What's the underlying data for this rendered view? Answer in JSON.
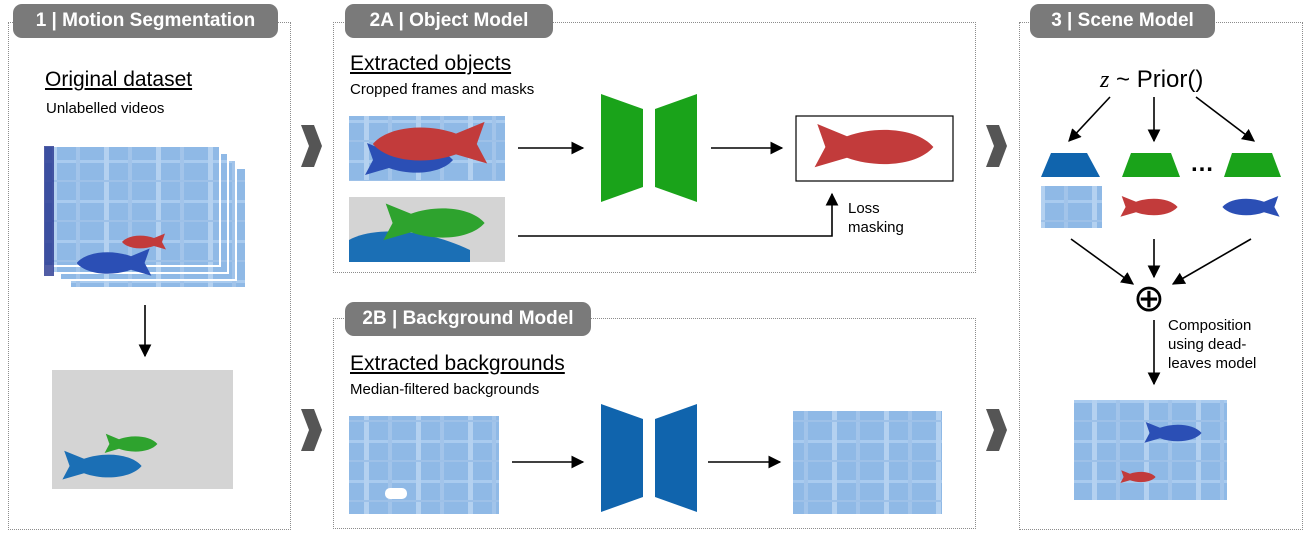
{
  "panels": {
    "motion_segmentation": {
      "tag": "1 | Motion Segmentation",
      "heading": "Original dataset",
      "subheading": "Unlabelled videos"
    },
    "object_model": {
      "tag": "2A | Object Model",
      "heading": "Extracted objects",
      "subheading": "Cropped frames and masks",
      "loss_note": "Loss\nmasking"
    },
    "background_model": {
      "tag": "2B | Background Model",
      "heading": "Extracted backgrounds",
      "subheading": "Median-filtered backgrounds"
    },
    "scene_model": {
      "tag": "3 | Scene Model",
      "formula_var": "z",
      "formula_rest": " ~ Prior()",
      "ellipsis": "…",
      "composition_symbol": "⊕",
      "composition_note": "Composition\nusing dead-\nleaves model"
    }
  },
  "colors": {
    "panel_border": "#8c8c8c",
    "tag_background": "#7a7a7a",
    "object_decoder_green": "#1aa31a",
    "background_decoder_blue": "#1064ad",
    "fish_red": "#c23b3b",
    "fish_blue": "#2b4fb5",
    "mask_green": "#2ea32e",
    "mask_blue": "#1b6fb5",
    "water_blue": "#8db8e8",
    "mask_grey": "#d4d4d4",
    "flow_arrow_grey": "#555555"
  }
}
